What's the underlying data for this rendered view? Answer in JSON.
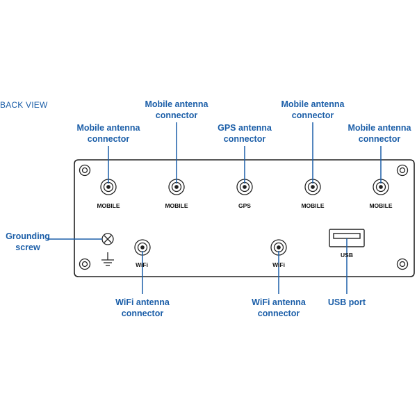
{
  "view_title": "BACK VIEW",
  "callouts": {
    "mobile_1": [
      "Mobile antenna",
      "connector"
    ],
    "mobile_2": [
      "Mobile antenna",
      "connector"
    ],
    "gps": [
      "GPS antenna",
      "connector"
    ],
    "mobile_4": [
      "Mobile antenna",
      "connector"
    ],
    "mobile_5": [
      "Mobile antenna",
      "connector"
    ],
    "grounding": [
      "Grounding",
      "screw"
    ],
    "wifi_1": [
      "WiFi antenna",
      "connector"
    ],
    "wifi_2": [
      "WiFi antenna",
      "connector"
    ],
    "usb": [
      "USB port"
    ]
  },
  "port_labels": {
    "mobile_1": "MOBILE",
    "mobile_2": "MOBILE",
    "gps": "GPS",
    "mobile_4": "MOBILE",
    "mobile_5": "MOBILE",
    "wifi_1": "WiFi",
    "wifi_2": "WiFi",
    "usb": "USB"
  },
  "colors": {
    "accent": "#1b5ea8",
    "outline": "#222222",
    "panel": "#ffffff"
  }
}
